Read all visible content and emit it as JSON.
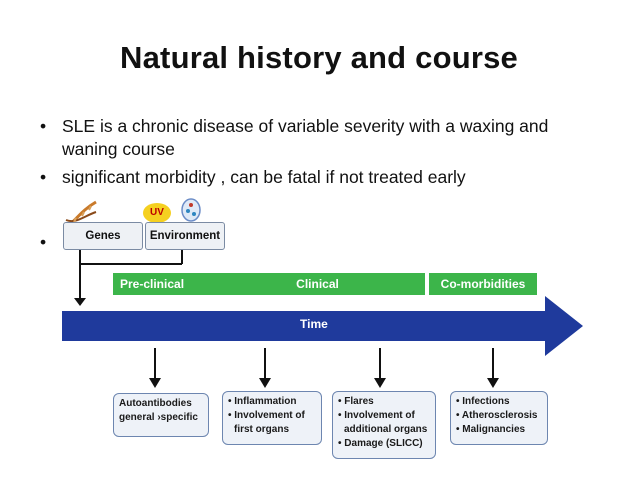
{
  "title": "Natural history and course",
  "bullets": [
    "SLE is a chronic disease of variable severity with a waxing and waning course",
    " significant morbidity , can be fatal if not treated early"
  ],
  "bullet_symbol": "•",
  "diagram": {
    "uv_label": "UV",
    "genes_label": "Genes",
    "environment_label": "Environment",
    "phases": [
      "Pre-clinical",
      "Clinical",
      "Co-morbidities"
    ],
    "time_label": "Time",
    "outcomes": [
      [
        "Autoantibodies",
        "general ›specific"
      ],
      [
        "• Inflammation",
        "• Involvement of",
        "  first organs"
      ],
      [
        "• Flares",
        "• Involvement of",
        "  additional organs",
        "• Damage (SLICC)"
      ],
      [
        "• Infections",
        "• Atherosclerosis",
        "• Malignancies"
      ]
    ],
    "colors": {
      "arrow": "#1f3a9c",
      "phase": "#3cb54a",
      "uv": "#f5d020"
    }
  }
}
